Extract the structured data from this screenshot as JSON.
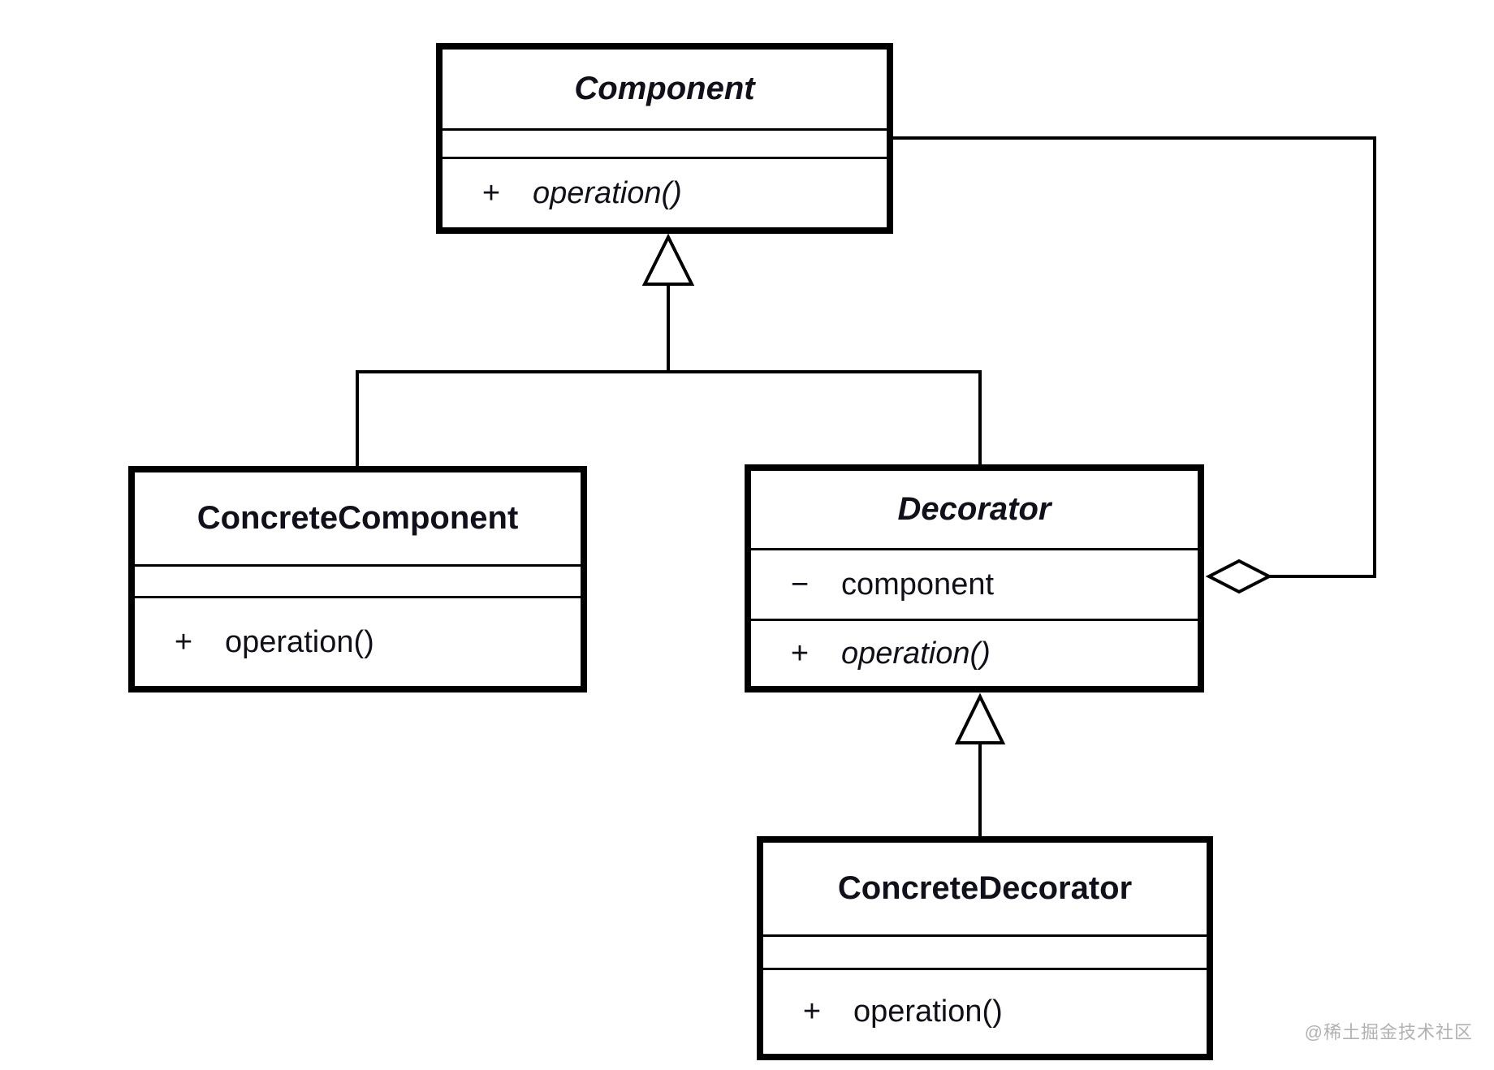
{
  "diagram": {
    "type": "uml-class-diagram",
    "pattern": "Decorator",
    "classes": [
      {
        "name": "Component",
        "abstract": true,
        "attributes": [],
        "operations": [
          {
            "visibility": "+",
            "name": "operation()",
            "abstract": true
          }
        ]
      },
      {
        "name": "ConcreteComponent",
        "abstract": false,
        "attributes": [],
        "operations": [
          {
            "visibility": "+",
            "name": "operation()",
            "abstract": false
          }
        ]
      },
      {
        "name": "Decorator",
        "abstract": true,
        "attributes": [
          {
            "visibility": "−",
            "name": "component"
          }
        ],
        "operations": [
          {
            "visibility": "+",
            "name": "operation()",
            "abstract": true
          }
        ]
      },
      {
        "name": "ConcreteDecorator",
        "abstract": false,
        "attributes": [],
        "operations": [
          {
            "visibility": "+",
            "name": "operation()",
            "abstract": false
          }
        ]
      }
    ],
    "relationships": [
      {
        "type": "generalization",
        "from": "ConcreteComponent",
        "to": "Component"
      },
      {
        "type": "generalization",
        "from": "Decorator",
        "to": "Component"
      },
      {
        "type": "generalization",
        "from": "ConcreteDecorator",
        "to": "Decorator"
      },
      {
        "type": "aggregation",
        "owner": "Decorator",
        "part": "Component"
      }
    ],
    "colors": {
      "line": "#000000",
      "background": "#ffffff",
      "watermark": "#b1b1b1"
    },
    "watermark": {
      "text": "@稀土掘金技术社区"
    }
  }
}
